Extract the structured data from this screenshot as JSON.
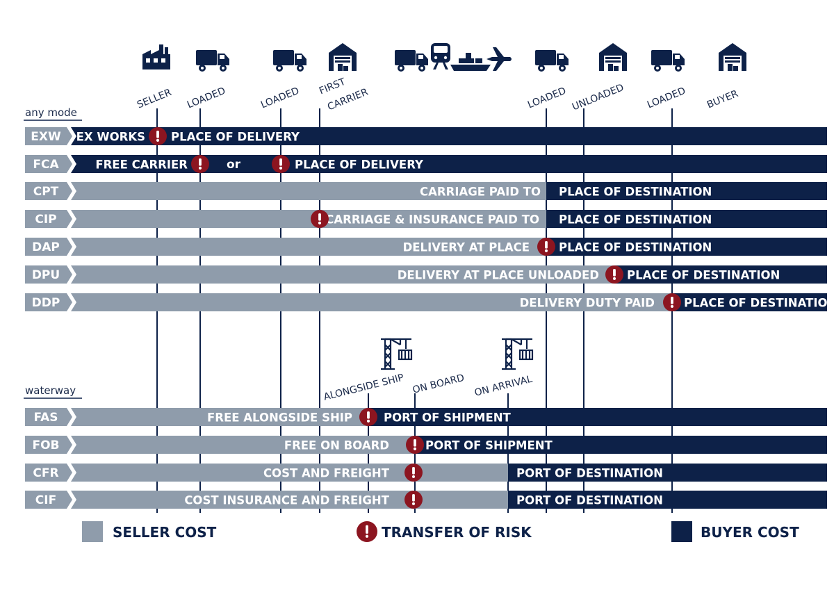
{
  "colors": {
    "seller": "#8f9cab",
    "buyer": "#0d2148",
    "risk": "#8c1520",
    "line": "#0d2148",
    "code_bg": "#8f9cab"
  },
  "sections": {
    "any_mode": "any mode",
    "waterway": "waterway"
  },
  "columns_top": [
    {
      "label": "SELLER"
    },
    {
      "label": "LOADED"
    },
    {
      "label": "LOADED"
    },
    {
      "label": "FIRST"
    },
    {
      "label": "CARRIER"
    },
    {
      "label": "LOADED"
    },
    {
      "label": "UNLOADED"
    },
    {
      "label": "LOADED"
    },
    {
      "label": "BUYER"
    }
  ],
  "columns_water": [
    {
      "label": "ALONGSIDE SHIP"
    },
    {
      "label": "ON BOARD"
    },
    {
      "label": "ON ARRIVAL"
    }
  ],
  "icons_top": [
    "factory-icon",
    "truck-icon",
    "truck-icon",
    "warehouse-icon",
    "truck-icon",
    "train-icon",
    "ship-icon",
    "plane-icon",
    "truck-icon",
    "warehouse-icon",
    "truck-icon",
    "warehouse-icon"
  ],
  "icons_water": [
    "crane-icon",
    "crane-icon"
  ],
  "rows": [
    {
      "code": "EXW",
      "seller_text": "EX WORKS",
      "or_text": "",
      "buyer_text": "PLACE OF DELIVERY"
    },
    {
      "code": "FCA",
      "seller_text": "FREE CARRIER",
      "or_text": "or",
      "buyer_text": "PLACE OF DELIVERY"
    },
    {
      "code": "CPT",
      "seller_text": "CARRIAGE PAID TO",
      "or_text": "",
      "buyer_text": "PLACE OF DESTINATION"
    },
    {
      "code": "CIP",
      "seller_text": "CARRIAGE & INSURANCE PAID TO",
      "or_text": "",
      "buyer_text": "PLACE OF DESTINATION"
    },
    {
      "code": "DAP",
      "seller_text": "DELIVERY AT PLACE",
      "or_text": "",
      "buyer_text": "PLACE OF DESTINATION"
    },
    {
      "code": "DPU",
      "seller_text": "DELIVERY AT PLACE UNLOADED",
      "or_text": "",
      "buyer_text": "PLACE OF DESTINATION"
    },
    {
      "code": "DDP",
      "seller_text": "DELIVERY DUTY PAID",
      "or_text": "",
      "buyer_text": "PLACE OF DESTINATION"
    },
    {
      "code": "FAS",
      "seller_text": "FREE ALONGSIDE SHIP",
      "or_text": "",
      "buyer_text": "PORT OF SHIPMENT"
    },
    {
      "code": "FOB",
      "seller_text": "FREE ON BOARD",
      "or_text": "",
      "buyer_text": "PORT OF SHIPMENT"
    },
    {
      "code": "CFR",
      "seller_text": "COST AND FREIGHT",
      "or_text": "",
      "buyer_text": "PORT OF DESTINATION"
    },
    {
      "code": "CIF",
      "seller_text": "COST INSURANCE AND FREIGHT",
      "or_text": "",
      "buyer_text": "PORT OF DESTINATION"
    }
  ],
  "legend": {
    "seller": "SELLER COST",
    "risk": "TRANSFER OF RISK",
    "buyer": "BUYER COST",
    "risk_mark": "!"
  }
}
